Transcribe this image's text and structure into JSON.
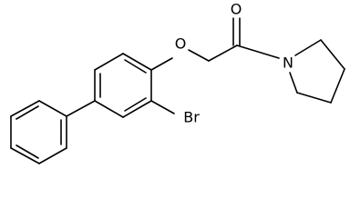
{
  "molecule": {
    "atom_labels": {
      "oxygen_ether": "O",
      "oxygen_carbonyl": "O",
      "nitrogen": "N",
      "bromine": "Br"
    },
    "colors": {
      "background": "#ffffff",
      "ink": "#000000"
    }
  }
}
